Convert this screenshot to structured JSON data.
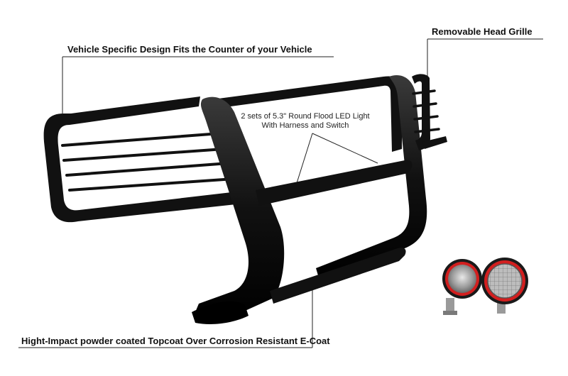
{
  "callouts": {
    "vehicle_design": "Vehicle Specific Design Fits the Counter of your Vehicle",
    "head_grille": "Removable Head Grille",
    "coating": "Hight-Impact powder coated Topcoat Over Corrosion Resistant E-Coat"
  },
  "led_note": {
    "line1": "2 sets of 5.3\" Round Flood LED Light",
    "line2": "With Harness and Switch"
  },
  "colors": {
    "guard": "#111111",
    "guard_highlight": "#3a3a3a",
    "light_ring": "#d21f1f",
    "leader_line": "#222222"
  }
}
